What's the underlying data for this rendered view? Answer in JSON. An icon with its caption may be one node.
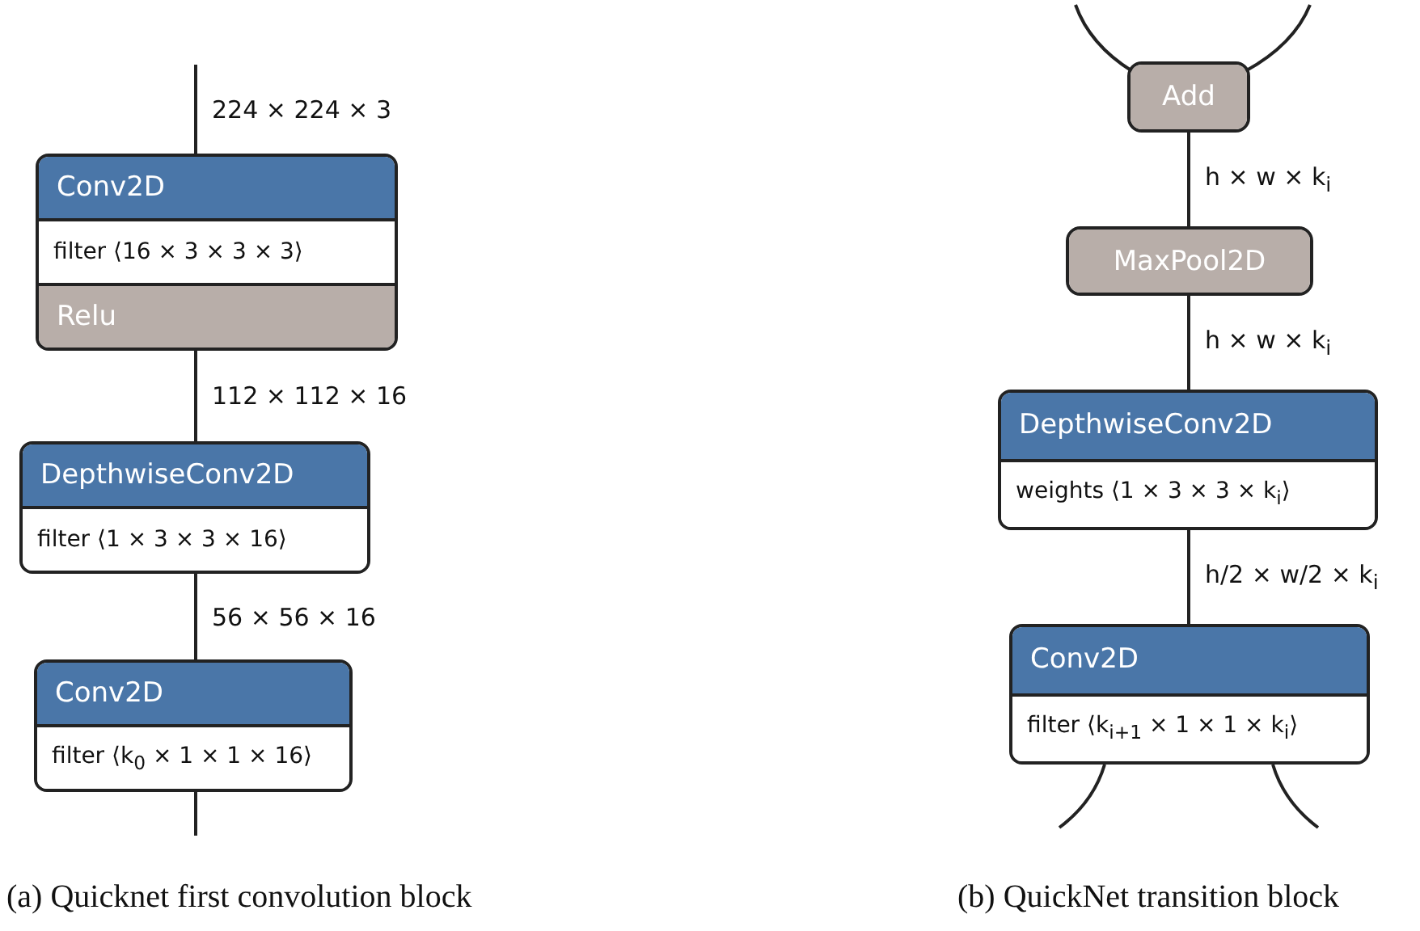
{
  "diagram": {
    "nodes": [
      {
        "text": [
          "Conv2D",
          "filter ⟨16 × 3 × 3 × 3⟩",
          "Relu"
        ]
      },
      {
        "text": [
          "DepthwiseConv2D",
          "filter ⟨1 × 3 × 3 × 16⟩"
        ]
      },
      {
        "text": [
          "Conv2D",
          "filter ⟨k$_{0}$ × 1 × 1 × 16⟩"
        ]
      },
      {
        "text": [
          "Add"
        ]
      },
      {
        "text": [
          "MaxPool2D"
        ]
      },
      {
        "text": [
          "DepthwiseConv2D",
          "weights ⟨1 × 3 × 3 × k$_{i}$⟩"
        ]
      },
      {
        "text": [
          "Conv2D",
          "filter ⟨k$_{i+1}$ × 1 × 1 × k$_{i}$⟩"
        ]
      }
    ],
    "edges": [
      {
        "from": null,
        "to": 0,
        "arrow": "none",
        "label": "224 × 224 × 3"
      },
      {
        "from": 0,
        "to": 1,
        "arrow": "none",
        "label": "112 × 112 × 16"
      },
      {
        "from": 1,
        "to": 2,
        "arrow": "none",
        "label": "56 × 56 × 16"
      },
      {
        "from": 2,
        "to": null,
        "arrow": "none"
      },
      {
        "from": null,
        "to": 3,
        "arrow": "none"
      },
      {
        "from": null,
        "to": 3,
        "arrow": "none"
      },
      {
        "from": 3,
        "to": 4,
        "arrow": "none",
        "label": "h × w × k$_{i}$"
      },
      {
        "from": 4,
        "to": 5,
        "arrow": "none",
        "label": "h × w × k$_{i}$"
      },
      {
        "from": 5,
        "to": 6,
        "arrow": "none",
        "label": "h/2 × w/2 × k$_{i}$"
      },
      {
        "from": 6,
        "to": null,
        "arrow": "none"
      },
      {
        "from": 6,
        "to": null,
        "arrow": "none"
      }
    ],
    "labels": [
      "(a) Quicknet first convolution block",
      "(b) QuickNet transition block"
    ]
  }
}
